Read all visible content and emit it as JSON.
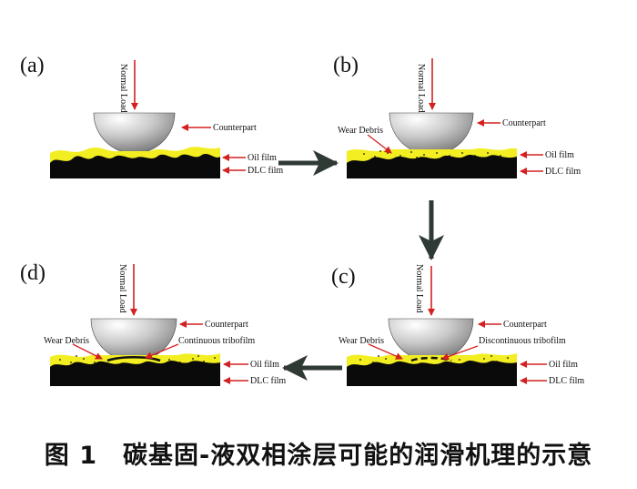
{
  "panels": {
    "a": {
      "label": "(a)",
      "load": "Normal Load",
      "counterpart": "Counterpart",
      "oil": "Oil film",
      "dlc": "DLC film"
    },
    "b": {
      "label": "(b)",
      "load": "Normal Load",
      "counterpart": "Counterpart",
      "debris": "Wear Debris",
      "oil": "Oil film",
      "dlc": "DLC film"
    },
    "c": {
      "label": "(c)",
      "load": "Normal Load",
      "counterpart": "Counterpart",
      "debris": "Wear Debris",
      "tribofilm": "Discontinuous tribofilm",
      "oil": "Oil film",
      "dlc": "DLC film"
    },
    "d": {
      "label": "(d)",
      "load": "Normal Load",
      "counterpart": "Counterpart",
      "debris": "Wear Debris",
      "tribofilm": "Continuous tribofilm",
      "oil": "Oil film",
      "dlc": "DLC film"
    }
  },
  "caption": "图 1　碳基固-液双相涂层可能的润滑机理的示意",
  "colors": {
    "arrow_red": "#d42020",
    "oil_yellow": "#f2ee22",
    "dlc_black": "#0a0a0a",
    "flow_arrow": "#2f3a35"
  }
}
